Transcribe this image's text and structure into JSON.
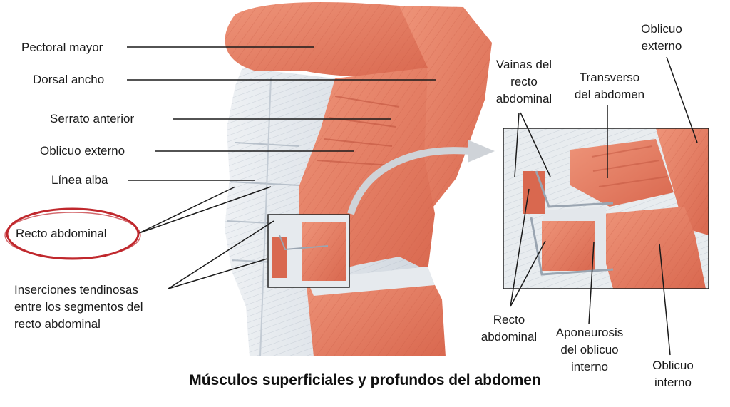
{
  "labels": {
    "pectoral_mayor": "Pectoral mayor",
    "dorsal_ancho": "Dorsal ancho",
    "serrato_anterior": "Serrato anterior",
    "oblicuo_externo": "Oblicuo externo",
    "linea_alba": "Línea alba",
    "recto_abdominal": "Recto abdominal",
    "inserciones_l1": "Inserciones tendinosas",
    "inserciones_l2": "entre los segmentos del",
    "inserciones_l3": "recto abdominal",
    "inset_vainas_l1": "Vainas del",
    "inset_vainas_l2": "recto",
    "inset_vainas_l3": "abdominal",
    "inset_transverso_l1": "Transverso",
    "inset_transverso_l2": "del abdomen",
    "inset_oblicuo_ext_l1": "Oblicuo",
    "inset_oblicuo_ext_l2": "externo",
    "inset_recto_l1": "Recto",
    "inset_recto_l2": "abdominal",
    "inset_aponeurosis_l1": "Aponeurosis",
    "inset_aponeurosis_l2": "del oblicuo",
    "inset_aponeurosis_l3": "interno",
    "inset_oblicuo_int_l1": "Oblicuo",
    "inset_oblicuo_int_l2": "interno"
  },
  "caption": "Músculos superficiales y profundos del abdomen",
  "colors": {
    "muscle": "#e8836c",
    "muscle_dark": "#c9604b",
    "tendon": "#dfe4ea",
    "highlight_circle": "#c0282d",
    "leader": "#1a1a1a"
  }
}
